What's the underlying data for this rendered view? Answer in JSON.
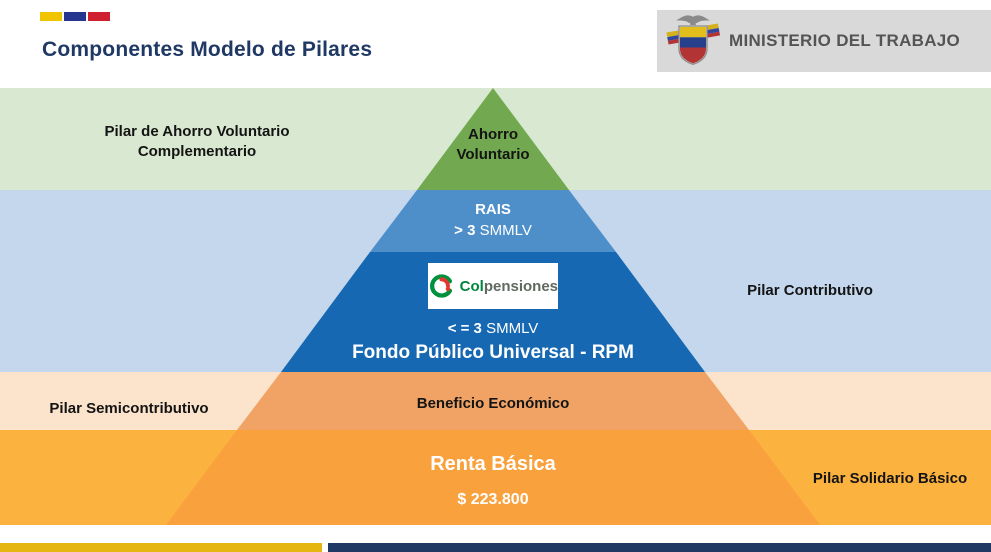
{
  "header": {
    "title": "Componentes Modelo de Pilares",
    "ministry": "MINISTERIO DEL TRABAJO"
  },
  "pillars": {
    "voluntario": {
      "side_label": "Pilar de Ahorro Voluntario Complementario",
      "pyramid_label": "Ahorro Voluntario"
    },
    "contributivo": {
      "side_label": "Pilar Contributivo",
      "rais": "RAIS",
      "rais_threshold_strong": "> 3",
      "rais_threshold_rest": "SMMLV",
      "logo_prefix": "Col",
      "logo_suffix": "pensiones",
      "limit_strong": "< = 3",
      "limit_rest": "SMMLV",
      "fund_label": "Fondo Público Universal - RPM"
    },
    "semicontributivo": {
      "side_label": "Pilar Semicontributivo",
      "pyramid_label": "Beneficio Económico"
    },
    "solidario": {
      "side_label": "Pilar Solidario Básico",
      "pyramid_label": "Renta Básica",
      "amount": "$ 223.800"
    }
  },
  "colors": {
    "title": "#1f3864",
    "band_green": "#d9e8d0",
    "band_blue": "#c4d7ec",
    "band_peach": "#fbe3cc",
    "band_orange": "#fcb23f",
    "pyramid_green": "#71a850",
    "pyramid_light_blue": "#4e8fca",
    "pyramid_dark_blue": "#1668b3",
    "pyramid_peach": "#f0a365",
    "pyramid_orange": "#f9a13d",
    "footer_yellow": "#e5b510",
    "footer_navy": "#1f3864"
  }
}
